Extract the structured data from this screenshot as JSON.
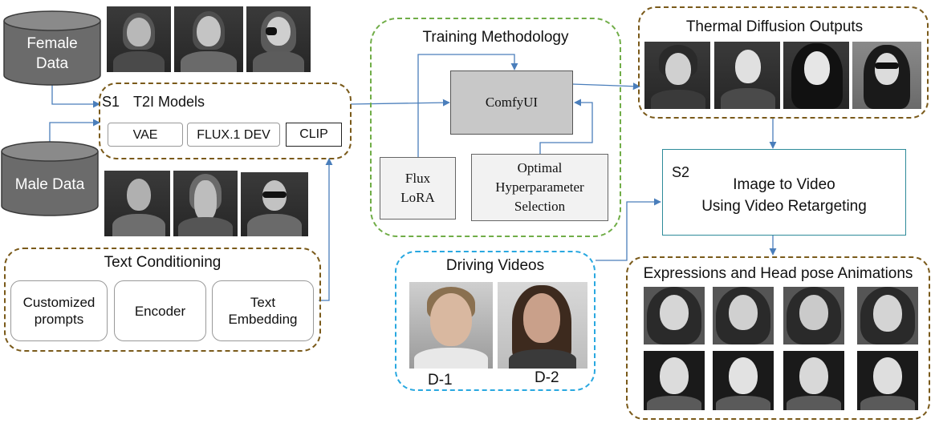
{
  "female_data": {
    "label_line1": "Female",
    "label_line2": "Data"
  },
  "male_data": {
    "label": "Male Data"
  },
  "t2i": {
    "tag": "S1",
    "title": "T2I Models",
    "vae": "VAE",
    "flux": "FLUX.1 DEV",
    "clip": "CLIP"
  },
  "text_conditioning": {
    "title": "Text Conditioning",
    "customized_line1": "Customized",
    "customized_line2": "prompts",
    "encoder": "Encoder",
    "embedding_line1": "Text",
    "embedding_line2": "Embedding"
  },
  "training": {
    "title": "Training Methodology",
    "comfyui": "ComfyUI",
    "lora_line1": "Flux",
    "lora_line2": "LoRA",
    "opt_line1": "Optimal",
    "opt_line2": "Hyperparameter",
    "opt_line3": "Selection"
  },
  "driving": {
    "title": "Driving Videos",
    "d1": "D-1",
    "d2": "D-2"
  },
  "thermal_outputs": {
    "title": "Thermal Diffusion Outputs"
  },
  "s2": {
    "tag": "S2",
    "line1": "Image to Video",
    "line2": "Using Video Retargeting"
  },
  "expressions": {
    "title": "Expressions and Head pose Animations"
  },
  "colors": {
    "brown_dash": "#7a5a1a",
    "green_dash": "#70ad47",
    "blue_dash": "#29a8e0",
    "arrow": "#4a7ebb",
    "s2_border": "#2e8b9a",
    "cylinder": "#6b6b6b",
    "comfy_fill": "#c8c8c8"
  }
}
